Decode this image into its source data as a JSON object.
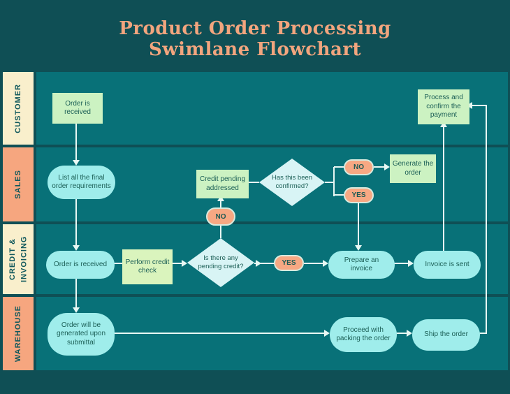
{
  "title": {
    "line1": "Product Order Processing",
    "line2": "Swimlane Flowchart"
  },
  "lanes": [
    {
      "label": "CUSTOMER"
    },
    {
      "label": "SALES"
    },
    {
      "label": "CREDIT & INVOICING"
    },
    {
      "label": "WAREHOUSE"
    }
  ],
  "nodes": {
    "customer_order_received": "Order is received",
    "process_confirm_payment": "Process and confirm the payment",
    "list_final_requirements": "List all the final order requirements",
    "credit_pending_addressed": "Credit pending addressed",
    "has_been_confirmed": "Has this been confirmed?",
    "generate_the_order": "Generate the order",
    "order_is_received": "Order is received",
    "perform_credit_check": "Perform credit check",
    "pending_credit_question": "Is there any pending credit?",
    "prepare_an_invoice": "Prepare an invoice",
    "invoice_is_sent": "Invoice is sent",
    "order_generated_submittal": "Order will be generated upon submittal",
    "proceed_packing": "Proceed with packing the order",
    "ship_the_order": "Ship the order"
  },
  "badges": {
    "no": "NO",
    "yes": "YES"
  },
  "colors": {
    "page_bg": "#0f4f55",
    "lane_bg": "#087178",
    "tab_cream": "#f9efcc",
    "tab_salmon": "#f6a67f",
    "box_green": "#ccf2c2",
    "box_green_alt": "#daf4bd",
    "stadium_cyan": "#9fedeb",
    "diamond_blue": "#d8f4f5",
    "badge_fill": "#f7a883",
    "badge_border": "#d8ebdf",
    "line": "#e8f8f4",
    "title": "#f2a57e",
    "text_dark": "#1d6057"
  }
}
